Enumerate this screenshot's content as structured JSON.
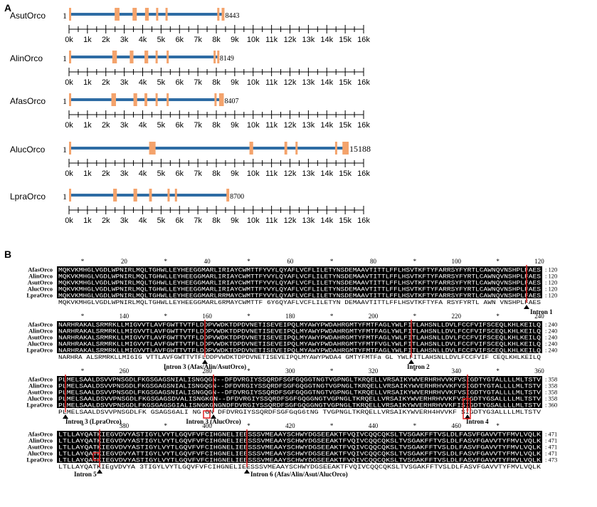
{
  "panel_a": {
    "label": "A",
    "genes": [
      {
        "name": "AsutOrco",
        "start": "1",
        "end": "8443",
        "length": 8443,
        "exons": [
          [
            0,
            100
          ],
          [
            2480,
            2740
          ],
          [
            3450,
            3680
          ],
          [
            4130,
            4330
          ],
          [
            4730,
            4830
          ],
          [
            5240,
            5330
          ],
          [
            8050,
            8150
          ],
          [
            8290,
            8443
          ]
        ]
      },
      {
        "name": "AlinOrco",
        "start": "1",
        "end": "8149",
        "length": 8149,
        "exons": [
          [
            0,
            100
          ],
          [
            2350,
            2600
          ],
          [
            3300,
            3500
          ],
          [
            4100,
            4300
          ],
          [
            4700,
            4800
          ],
          [
            5300,
            5400
          ],
          [
            7850,
            7950
          ],
          [
            8050,
            8149
          ]
        ]
      },
      {
        "name": "AfasOrco",
        "start": "1",
        "end": "8407",
        "length": 8407,
        "exons": [
          [
            0,
            100
          ],
          [
            2300,
            2550
          ],
          [
            3500,
            3700
          ],
          [
            4100,
            4250
          ],
          [
            4700,
            4800
          ],
          [
            5300,
            5400
          ],
          [
            7900,
            8000
          ],
          [
            8150,
            8407
          ]
        ]
      },
      {
        "name": "AlucOrco",
        "start": "1",
        "end": "15188",
        "length": 15188,
        "exons": [
          [
            0,
            100
          ],
          [
            4350,
            4700
          ],
          [
            9800,
            10000
          ],
          [
            11700,
            11850
          ],
          [
            12300,
            12400
          ],
          [
            14450,
            14550
          ],
          [
            14850,
            15188
          ]
        ]
      },
      {
        "name": "LpraOrco",
        "start": "1",
        "end": "8700",
        "length": 8700,
        "exons": [
          [
            0,
            100
          ],
          [
            2400,
            2600
          ],
          [
            3500,
            3700
          ],
          [
            4350,
            4500
          ],
          [
            5350,
            5450
          ],
          [
            5750,
            5850
          ],
          [
            8550,
            8700
          ]
        ]
      }
    ],
    "scale_labels": [
      "0k",
      "1k",
      "2k",
      "3k",
      "4k",
      "5k",
      "6k",
      "7k",
      "8k",
      "9k",
      "10k",
      "11k",
      "12k",
      "13k",
      "14k",
      "15k",
      "16k"
    ],
    "exon_color": "#f4a36c",
    "intron_color": "#2e6ca4"
  },
  "panel_b": {
    "label": "B",
    "blocks": [
      {
        "ruler": [
          "*",
          "20",
          "*",
          "40",
          "*",
          "60",
          "*",
          "80",
          "*",
          "100",
          "*",
          "120"
        ],
        "rows": [
          {
            "name": "AfasOrco",
            "seq": "MQKVKMHGLVGDLWPNIRLMQLTGHWLLEYHEEGGMARLIRIAYCWMTTFYVYLQYAFLVCFLILETYNSDEMAAVTITTLFFLHSVTKFTYFARRSYFYRTLCAWNQVNSHPLFAES",
            "end": ": 120"
          },
          {
            "name": "AlinOrco",
            "seq": "MQKVKMHGLVGDLWPNIRLMQLTGHWLLEYHEEGGMARLIRIAYCWMTTFYVYLQYAFLVCFLILETYNSDEMAAVTITTLFFLHSVTKFTYFARRSYFYRTLCAWNQVNSHPLFAES",
            "end": ": 120"
          },
          {
            "name": "AsutOrco",
            "seq": "MQKVKMHGLVGDLWPNIRLMQLTGHWLLEYHEEGGMARLIRIAYCWMTTFYVYLQYAFLVCFLILETYNSDEMAAVTITTLFFLHSVTKFTYFARRSYFYRTLCAWNQVNSHPLFAES",
            "end": ": 120"
          },
          {
            "name": "AlucOrco",
            "seq": "MQKVKMHGLVGDLWPNIRLMQLTGHWLLEYHEEGGMARLIRIAYCWMTTFYVYLQYAFLVCFLILETYNSDEMAAVTITTLFFLHSVTKFTYFARRSYFYRTLCAWNQVNSHPLFAES",
            "end": ": 120"
          },
          {
            "name": "LpraOrco",
            "seq": "MQKVKMHGLVGDLWPNIRLMQLTGHWLLEYHEEGGMARLRRMAYCWMTTFYVYLQYAFLVCFLILETYNSDEMAAVTITTLFFLHSVTKFTYFARRSYFYRTLCAWNQVNSHPLFAES",
            "end": ": 120"
          }
        ],
        "consensus": "MQKVKMHGLVGDLWPNIRLMQLTGHWLLEYHEEGGMARL6RMAYCWMTTF 6Y6QYAFLVCFLILETYN DEMAAVTITTLFFLHSVTKFTYFA RSYFYRTL AWN VNSHPLFAES",
        "intron_labels": [
          "Intron 1"
        ]
      },
      {
        "ruler": [
          "*",
          "140",
          "*",
          "160",
          "*",
          "180",
          "*",
          "200",
          "*",
          "220",
          "*",
          "240"
        ],
        "rows": [
          {
            "name": "AfasOrco",
            "seq": "NARHRAKALSRMRKLLMIGVVTLAVFGWTTVTFLDDPVWDKTDPDVNETISEVEIPQLMYAWYPWDAHRGMTYFMTFAGLYWLFITLAHSNLLDVLFCCFVIFSCEQLKHLKEILQ",
            "end": ": 240"
          },
          {
            "name": "AlinOrco",
            "seq": "NARHRAKALSRMRKLLMIGVVTLAVFGWTTVTFLDDPVWDKTDPDVNETISEVEIPQLMYAWYPWDAHRGMTYFMTFAGLYWLFITLAHSNLLDVLFCCFVIFSCEQLKHLKEILQ",
            "end": ": 240"
          },
          {
            "name": "AsutOrco",
            "seq": "NARHRAKALSRMRKLLMIGVVTLAVFGWTTVTFLDDPVWDKTDPDVNETISEVEIPQLMYAWYPWDAHRGMTYFMTFAGLYWLFITLAHSNLLDVLFCCFVIFSCEQLKHLKEILQ",
            "end": ": 240"
          },
          {
            "name": "AlucOrco",
            "seq": "NARHRAKALSRMRKLLMIGVVTLAVFGWTTVTFLDDPVWDKTDPDVNETISEVEIPQLMYAWYPWDAHRGMTYFMTFVGLYWLFITLAHSNLLDVLFCCFVIFSCEQLKHLKEILQ",
            "end": ": 240"
          },
          {
            "name": "LpraOrco",
            "seq": "NARHRAKALSRMRKLLMIGVVTLAVFGWTTVTFLDDPVWDKTDPDVNETISEVEIPQLMYAWYPWDAHRGMTYFMTFAGLYWLFITLAHSNLLDVLFCCFVIFSCEQLKHLKEILQ",
            "end": ": 240"
          }
        ],
        "consensus": "NARHRA ALSRMRKLLMI6IG VTTLAVFGWTTVTFLDDPVWDKTDPDVNETISEVEIPQLMYAWYPWDA4 GMTYFMTFa GL YWLFITLAHSNLLDVLFCCFVIF CEQLKHLKEILQ",
        "intron_labels": [
          "Intron 3 (Afas/Alin/AsutOrco)",
          "Intron 2"
        ]
      },
      {
        "ruler": [
          "*",
          "260",
          "*",
          "280",
          "*",
          "300",
          "*",
          "320",
          "*",
          "340",
          "*",
          "360"
        ],
        "rows": [
          {
            "name": "AfasOrco",
            "seq": "PLMELSAALDSVVPNSGDLFKGSGAGSNIALISNGQGN--DFDVRGIYSSQRDFSGFGQGGTNGTVGPNGLTKRQELLVRSAIKYWVERHRHVVKFVSIGDTYGTALLLLMLTSTV",
            "end": ": 358"
          },
          {
            "name": "AlinOrco",
            "seq": "PLMELSAALDSVVPNSGDLFKGSGAGSNIALISNGQGN--DFDVRGIYSSQRDFSGFGQGGTNGTVGPNGLTKRQELLVRSAIKYWVERHRHVVKFVSIGDTYGTALLLLMLTSTV",
            "end": ": 358"
          },
          {
            "name": "AsutOrco",
            "seq": "PLMELSAALDSVVPNSGDLFKGSGAGSNIALISNGQGN--DFDVRGIYSSQRDFSGFGQGGTNGTVGPNGLTKRQELLVRSAIKYWVERHRHVVKFVSIGDTYGTALLLLMLTSTV",
            "end": ": 358"
          },
          {
            "name": "AlucOrco",
            "seq": "PLMELSAALDSVVPNSGDLFKGSGAGSDVALISNGKGN--DFDVRGIYSSQRDFSGFGQGGNGTVGPNGLTKRQELLVRSAIKYWVERHRHVVKFVSIGDTYGSALLLLMLTSTV",
            "end": ": 358"
          },
          {
            "name": "LpraOrco",
            "seq": "PLMELSAALDSVVPNSGDLFKGSGAGSGIALISNGKGNGNDFDVRGIYSSQRDFSGFGQGGNGTVGPNGLTKRQELLVRSAIKYWVERHRHVVKFISIGDTYGSALLLLMLTSTV",
            "end": ": 360"
          }
        ],
        "consensus": "PLMELSAALDSVVPNSGDLFK GSAGS6ALI NG GN DFDVRGIYSSQRDFSGFGqG6tNG TVGPNGLTKRQELLVRSAIKYWVERH4HVVKF SIGDTYG3ALLLLMLTSTV",
        "intron_labels": [
          "Intron 3 (AlucOrco)",
          "Intron 3 (LpraOrco)",
          "Intron 4"
        ]
      },
      {
        "ruler": [
          "*",
          "380",
          "*",
          "400",
          "*",
          "420",
          "*",
          "440",
          "*",
          "460",
          "*"
        ],
        "rows": [
          {
            "name": "AfasOrco",
            "seq": "LTLLAYQATKIEGVDVYASTIGYLVYTLGQVFVFCIHGNELIEESSSVMEAAYSCHWYDGSEEAKTFVQIVCQQCQKSLTVSGAKFFTVSLDLFASVFGAVVTYFMVLVQLK",
            "end": ": 471"
          },
          {
            "name": "AlinOrco",
            "seq": "LTLLAYQATKIEGVDVYASTIGYLVYTLGQVFVFCIHGNELIEESSSVMEAAYSCHWYDGSEEAKTFVQIVCQQCQKSLTVSGAKFFTVSLDLFASVFGAVVTYFMVLVQLK",
            "end": ": 471"
          },
          {
            "name": "AsutOrco",
            "seq": "LTLLAYQATKIEGVDVYASTIGYLVYTLGQVFVFCIHGNELIEESSSVMEAAYSCHWYDGSEEAKTFVQIVCQQCQKSLTVSGAKFFTVSLDLFASVFGAVVTYFMVLVQLK",
            "end": ": 471"
          },
          {
            "name": "AlucOrco",
            "seq": "LTLLAYQATKIEGVDVYATTIGYLVYTLGQVFVFCIHGNELIEESSSVMEAAYSCHWYDGSEEAKTFVQIVCQQCQKSLTVSGAKFFTVSLDLFASVFGAVVTYFMVLVQLK",
            "end": ": 471"
          },
          {
            "name": "LpraOrco",
            "seq": "LTLLAYQATKIEGVDVYASTIGYLVYTLGQVFVFCIHGNELIEESSSVMEAAYSCHWYDGSEEAKTFVQIVCQQCQKSLTVSGAKFFTVSLDLFASVFGAVVTYFMVLVQLK",
            "end": ": 473"
          }
        ],
        "consensus": "LTLLAYQATKIEgVDVYA 3TIGYLVYTLGQVFVFCIHGNELIEESSSVMEAAYSCHWYDGSEEAKTFVQIVCQQCQKSLTVSGAKFFTVSLDLFASVFGAVVTYFMVLVQLK",
        "intron_labels": [
          "Intron 5",
          "Intron 6 (Afas/Alin/Asut/AlucOrco)"
        ]
      }
    ]
  }
}
